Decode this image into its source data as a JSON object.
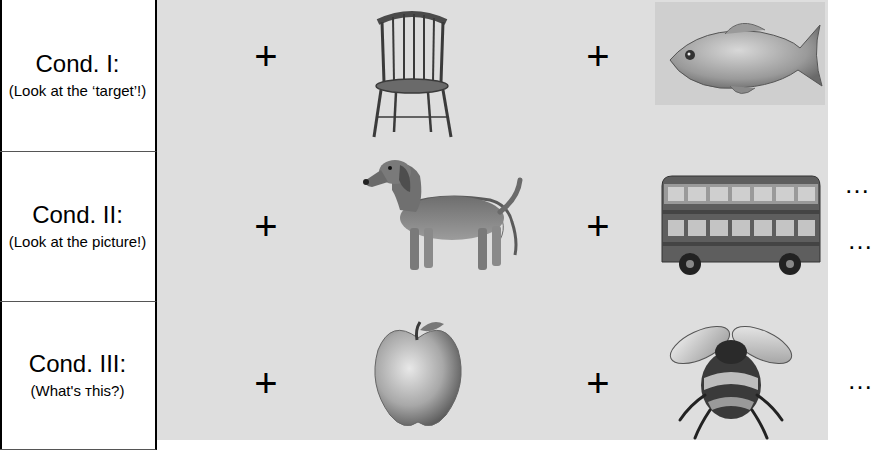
{
  "diagram": {
    "nodes": [
      {
        "text": [
          "Cond. I:",
          "(Look at the ‘target’!)"
        ]
      },
      {
        "text": [
          "Cond. II:",
          "(Look at the picture!)"
        ]
      },
      {
        "text": [
          "Cond. III:",
          "(What's тhis?)"
        ]
      }
    ],
    "labels": [
      "+",
      "+",
      "…",
      "+",
      "+",
      "…",
      "+",
      "+",
      "…"
    ]
  }
}
